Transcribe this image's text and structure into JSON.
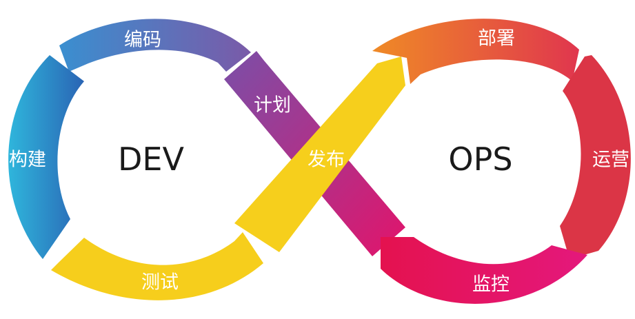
{
  "dev": {
    "label": "DEV",
    "stages": {
      "plan": "计划",
      "code": "编码",
      "build": "构建",
      "test": "测试"
    }
  },
  "ops": {
    "label": "OPS",
    "stages": {
      "release": "发布",
      "deploy": "部署",
      "operate": "运营",
      "monitor": "监控"
    }
  },
  "colors": {
    "plan_start": "#7a4fa8",
    "plan_end": "#e2146b",
    "code_start": "#3a8fd0",
    "code_end": "#7a5aa8",
    "build_start": "#2fb6dc",
    "build_end": "#2a64b4",
    "test": "#f6ce1c",
    "release": "#f6cf1c",
    "deploy_start": "#ef8a26",
    "deploy_end": "#e0364e",
    "operate": "#db3546",
    "monitor_start": "#e4124f",
    "monitor_end": "#e4187c"
  }
}
